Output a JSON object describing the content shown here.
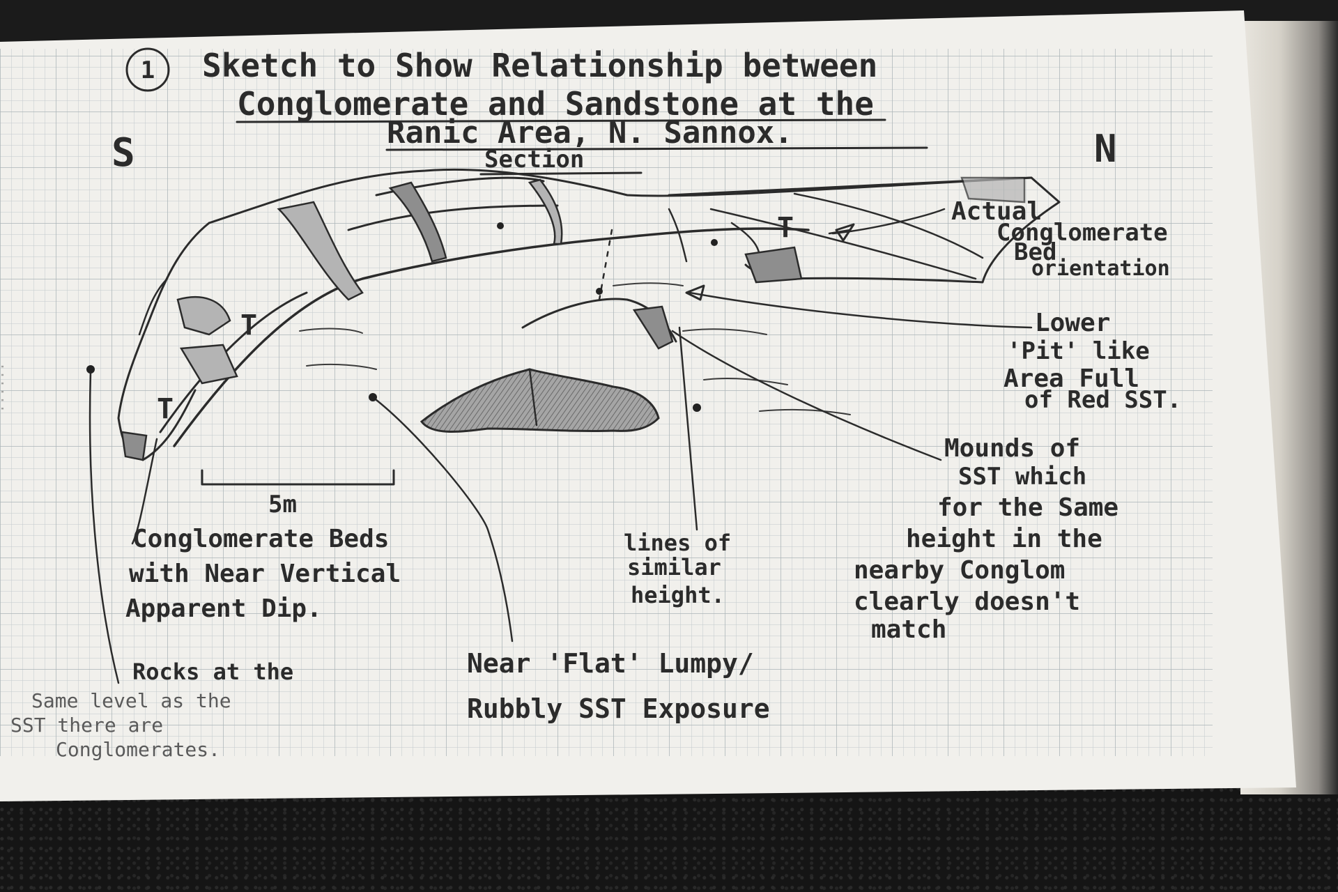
{
  "title": {
    "number": "1",
    "line1": "Sketch to Show Relationship between",
    "line2": "Conglomerate and Sandstone at the",
    "line3": "Ranic Area, N. Sannox."
  },
  "orientation": {
    "south": "S",
    "north": "N"
  },
  "section_label": "Section",
  "scale_label": "5m",
  "bed_symbols": [
    "T",
    "T",
    "T"
  ],
  "annotations": {
    "actual_bed": [
      "Actual",
      "Conglomerate",
      "Bed",
      "orientation"
    ],
    "lower_pit": [
      "Lower",
      "'Pit' like",
      "Area Full",
      "of Red SST."
    ],
    "mounds": [
      "Mounds of",
      "SST which",
      "for the Same",
      "height in the",
      "nearby Conglom",
      "clearly doesn't",
      "match"
    ],
    "conglomerate_beds": [
      "Conglomerate Beds",
      "with Near Vertical",
      "Apparent Dip."
    ],
    "lines_similar": [
      "lines of",
      "similar",
      "height."
    ],
    "rocks_same_level": [
      "Rocks at the",
      "Same level as the",
      "SST there are",
      "Conglomerates."
    ],
    "near_flat": [
      "Near 'Flat' Lumpy/",
      "Rubbly SST Exposure"
    ]
  }
}
